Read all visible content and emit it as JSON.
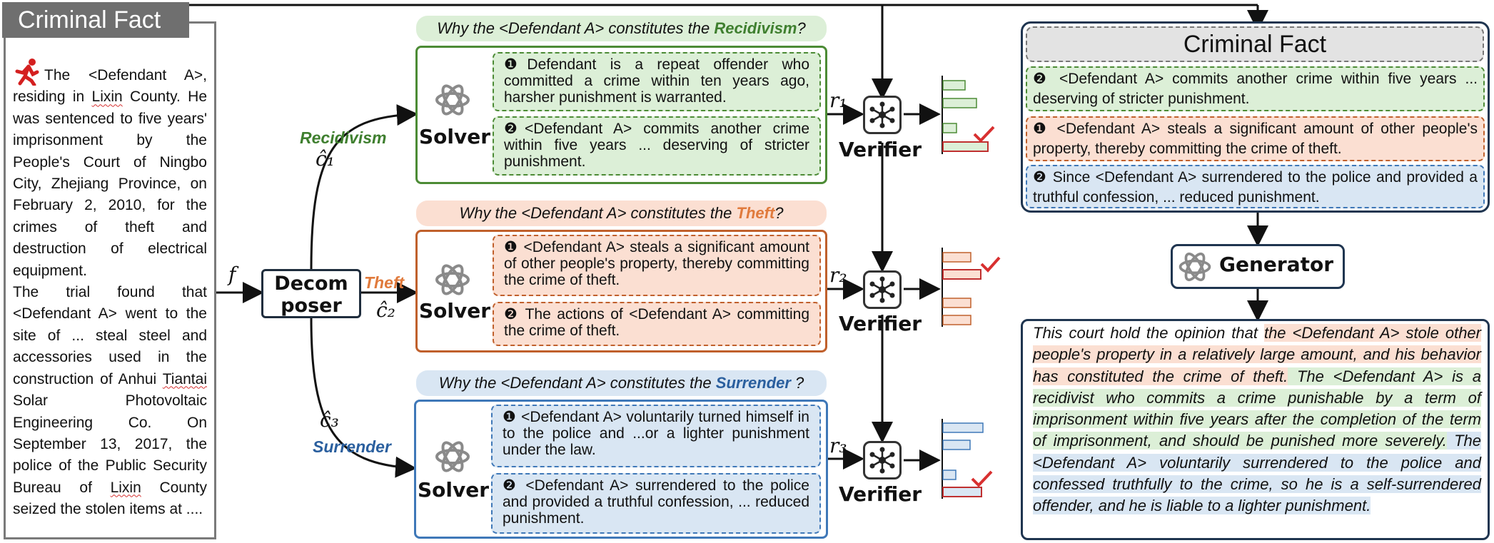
{
  "criminal_fact": {
    "title": "Criminal Fact",
    "p1_before": "The <Defendant A>, residing in ",
    "p1_place1": "Lixin",
    "p1_after": " County. He was sentenced to five years' imprisonment by the People's Court of Ningbo City, Zhejiang Province, on February 2, 2010, for the crimes of theft and destruction of electrical equipment.",
    "p2_before": "The trial found that <Defendant A> went to the site of ... steal steel and accessories used in the construction of Anhui ",
    "p2_place": "Tiantai",
    "p2_mid": " Solar Photovoltaic Engineering Co. On September 13, 2017, the police of the Public Security Bureau of ",
    "p2_place2": "Lixin",
    "p2_after": " County seized the stolen items at ...."
  },
  "decomposer": {
    "line1": "Decom",
    "line2": "poser",
    "input_symbol": "f"
  },
  "branches": [
    {
      "label": "Recidivism",
      "symbol": "ĉ₁",
      "question_prefix": "Why the <Defendant A> constitutes the ",
      "question_kw": "Recidivism",
      "question_suffix": "?",
      "solver": "Solver",
      "answers": [
        "❶Defendant is a repeat offender who committed a crime within ten years ago, harsher punishment is warranted.",
        "❷<Defendant A> commits another crime within five years ... deserving of stricter punishment."
      ],
      "r": "r₁",
      "verifier": "Verifier"
    },
    {
      "label": "Theft",
      "symbol": "ĉ₂",
      "question_prefix": "Why the <Defendant A> constitutes the ",
      "question_kw": "Theft",
      "question_suffix": "?",
      "solver": "Solver",
      "answers": [
        "❶ <Defendant A> steals a significant amount of other people's property, thereby committing the crime of theft.",
        "❷ The actions of <Defendant A> committing the crime of theft."
      ],
      "r": "r₂",
      "verifier": "Verifier"
    },
    {
      "label": "Surrender",
      "symbol": "ĉ₃",
      "question_prefix": "Why the <Defendant A> constitutes the ",
      "question_kw": "Surrender",
      "question_suffix": " ?",
      "solver": "Solver",
      "answers": [
        "❶ <Defendant A> voluntarily turned himself in to the police and ...or a lighter punishment under the law.",
        "❷ <Defendant A> surrendered to the police and provided a truthful confession, ... reduced punishment."
      ],
      "r": "r₃",
      "verifier": "Verifier"
    }
  ],
  "right_panel": {
    "title": "Criminal Fact",
    "items": [
      "❷ <Defendant A> commits another crime within five years ... deserving of stricter punishment.",
      "❶ <Defendant A> steals a significant amount of other people's property, thereby committing the crime of theft.",
      "❷ Since <Defendant A> surrendered to the police and provided a truthful confession, ... reduced punishment."
    ]
  },
  "generator": {
    "label": "Generator"
  },
  "output": {
    "lead": "This court hold the opinion that ",
    "seg_theft": "the <Defendant A> stole other people's property in a relatively large amount, and his behavior has constituted the crime of theft.",
    "seg_recid": " The <Defendant A> is a recidivist who commits a crime punishable by a term of imprisonment within five years after the completion of the term of imprisonment, and should be punished more severely.",
    "seg_surr": " The <Defendant A> voluntarily surrendered to the police and confessed truthfully to the crime, so he is a self-surrendered offender, and he is liable to a lighter punishment."
  },
  "colors": {
    "recidivism": "#3f7f2f",
    "theft": "#e07a3c",
    "surrender": "#2a5f9e",
    "check": "#d83030"
  },
  "icons": [
    "runner-icon",
    "openai-logo-icon",
    "network-icon",
    "checkmark-icon",
    "score-bars-icon"
  ]
}
